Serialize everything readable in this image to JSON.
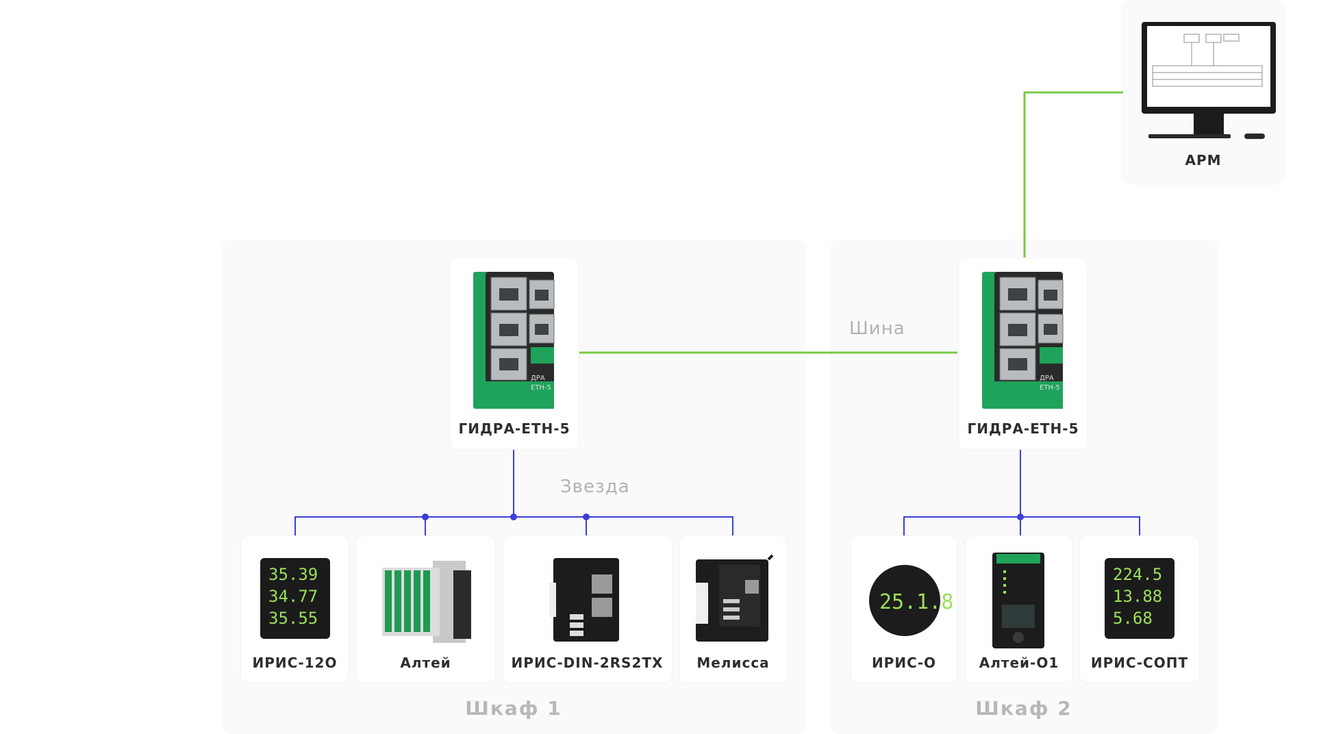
{
  "workstation": {
    "label": "АРМ"
  },
  "networks": {
    "bus_label": "Шина",
    "star_label": "Звезда"
  },
  "cabinets": [
    {
      "label": "Шкаф 1",
      "gateway": {
        "label": "ГИДРА-ЕТН-5"
      },
      "devices": [
        {
          "label": "ИРИС-12О",
          "readings": [
            "35.39",
            "34.77",
            "35.55"
          ]
        },
        {
          "label": "Алтей"
        },
        {
          "label": "ИРИС-DIN-2RS2TX"
        },
        {
          "label": "Мелисса"
        }
      ]
    },
    {
      "label": "Шкаф 2",
      "gateway": {
        "label": "ГИДРА-ЕТН-5"
      },
      "devices": [
        {
          "label": "ИРИС-О",
          "readings": [
            "25.1.8"
          ]
        },
        {
          "label": "Алтей-О1"
        },
        {
          "label": "ИРИС-СОПТ",
          "readings": [
            "224.5",
            "13.88",
            "5.68"
          ]
        }
      ]
    }
  ],
  "colors": {
    "bus_line": "#7ac943",
    "star_line": "#3b3fd8",
    "panel_bg": "#fafafa",
    "display_digits": "#9be05a"
  }
}
